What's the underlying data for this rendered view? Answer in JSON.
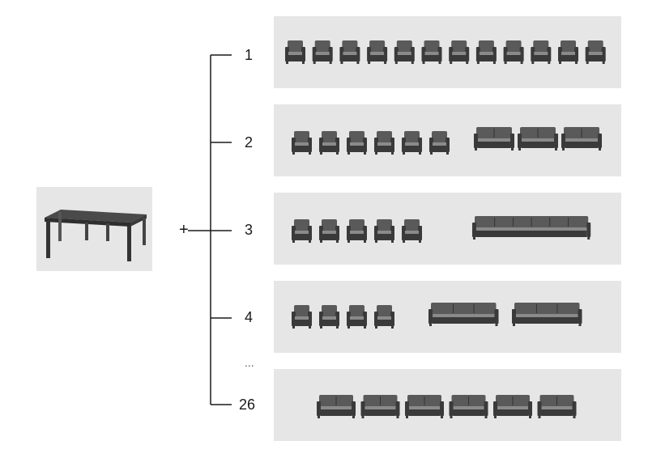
{
  "operator": "+",
  "ellipsis": "...",
  "configurations": [
    {
      "label": "1",
      "armchairs": 12,
      "sofa2": 0,
      "sofa3": 0
    },
    {
      "label": "2",
      "armchairs": 6,
      "sofa2": 3,
      "sofa3": 0
    },
    {
      "label": "3",
      "armchairs": 5,
      "sofa2": 0,
      "sofa3": 0,
      "sofa_long_seats": 6
    },
    {
      "label": "4",
      "armchairs": 4,
      "sofa2": 0,
      "sofa3": 2
    },
    {
      "label": "26",
      "armchairs": 0,
      "sofa2": 6,
      "sofa3": 0
    }
  ],
  "icons": {
    "table": "dining-table-icon",
    "armchair": "armchair-icon",
    "sofa": "sofa-icon"
  },
  "colors": {
    "panel_bg": "#e6e6e6",
    "furniture_dark": "#3a3a3a",
    "furniture_mid": "#5a5a5a",
    "cushion": "#8a8a8a",
    "line": "#1a1a1a"
  }
}
